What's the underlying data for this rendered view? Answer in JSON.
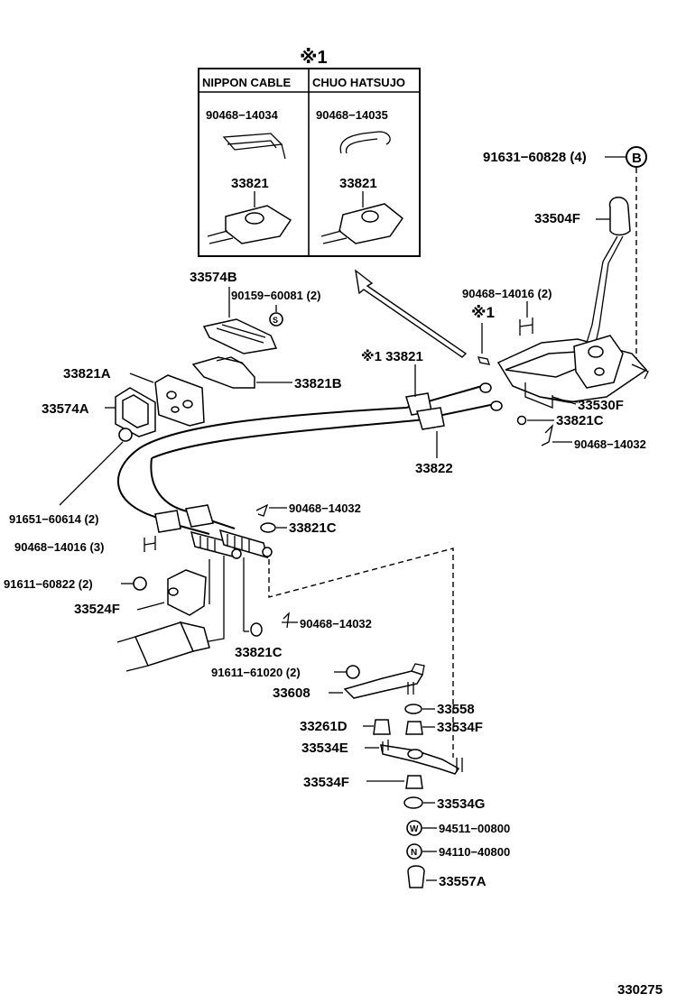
{
  "inset": {
    "marker": "※1",
    "col1_header": "NIPPON CABLE",
    "col2_header": "CHUO HATSUJO",
    "col1_clip": "90468−14034",
    "col2_clip": "90468−14035",
    "col1_part": "33821",
    "col2_part": "33821"
  },
  "labels": {
    "p91631": "91631−60828 (4)",
    "circleB": "B",
    "circleS": "S",
    "circleW": "W",
    "circleN": "N",
    "p33504F": "33504F",
    "p33574B": "33574B",
    "p90159": "90159−60081 (2)",
    "p90468_14016_2": "90468−14016 (2)",
    "marker1": "※1",
    "p33821_marked": "※1 33821",
    "p33821A": "33821A",
    "p33821B": "33821B",
    "p33574A": "33574A",
    "p33530F": "33530F",
    "p33821C_top": "33821C",
    "p90468_14032_right": "90468−14032",
    "p33822": "33822",
    "p91651": "91651−60614 (2)",
    "p90468_14032_mid": "90468−14032",
    "p33821C_mid": "33821C",
    "p90468_14016_3": "90468−14016 (3)",
    "p91611_60822": "91611−60822 (2)",
    "p33524F": "33524F",
    "p90468_14032_low": "90468−14032",
    "p33821C_low": "33821C",
    "p91611_61020": "91611−61020 (2)",
    "p33608": "33608",
    "p33558": "33558",
    "p33261D": "33261D",
    "p33534F_a": "33534F",
    "p33534E": "33534E",
    "p33534F_b": "33534F",
    "p33534G": "33534G",
    "p94511": "94511−00800",
    "p94110": "94110−40800",
    "p33557A": "33557A",
    "figure_number": "330275"
  }
}
